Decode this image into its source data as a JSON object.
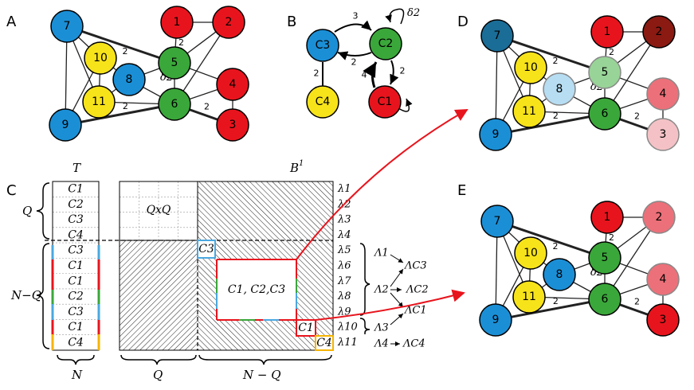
{
  "panels": {
    "A": "A",
    "B": "B",
    "C": "C",
    "D": "D",
    "E": "E"
  },
  "graph_A": {
    "nodes": [
      {
        "id": "7",
        "label": "7",
        "color": "#1b8fd6"
      },
      {
        "id": "1",
        "label": "1",
        "color": "#e8141d"
      },
      {
        "id": "2",
        "label": "2",
        "color": "#e8141d"
      },
      {
        "id": "10",
        "label": "10",
        "color": "#f7e31a"
      },
      {
        "id": "5",
        "label": "5",
        "color": "#3aa73a"
      },
      {
        "id": "8",
        "label": "8",
        "color": "#1b8fd6"
      },
      {
        "id": "4",
        "label": "4",
        "color": "#e8141d"
      },
      {
        "id": "11",
        "label": "11",
        "color": "#f7e31a"
      },
      {
        "id": "6",
        "label": "6",
        "color": "#3aa73a"
      },
      {
        "id": "9",
        "label": "9",
        "color": "#1b8fd6"
      },
      {
        "id": "3",
        "label": "3",
        "color": "#e8141d"
      }
    ],
    "edge_weight_label": "2",
    "delta_label": "δ2"
  },
  "graph_B": {
    "nodes": [
      {
        "id": "C3",
        "label": "C3",
        "color": "#1b8fd6"
      },
      {
        "id": "C2",
        "label": "C2",
        "color": "#3aa73a"
      },
      {
        "id": "C4",
        "label": "C4",
        "color": "#f7e31a"
      },
      {
        "id": "C1",
        "label": "C1",
        "color": "#e8141d"
      }
    ],
    "edge_labels": {
      "c3_c2": "3",
      "c2_c3": "2",
      "c3_c4": "2",
      "c2_c1": "2",
      "c1_c2": "4"
    },
    "delta_label": "δ2"
  },
  "graph_D": {
    "colors": {
      "7": "#1a6d97",
      "1": "#e8141d",
      "2": "#8b1a12",
      "10": "#f7e31a",
      "5": "#98d497",
      "8": "#b7ddf2",
      "4": "#ec7079",
      "11": "#f7e31a",
      "6": "#3aa73a",
      "9": "#1b8fd6",
      "3": "#f4c2c6"
    }
  },
  "graph_E": {
    "colors": {
      "7": "#1b8fd6",
      "1": "#e8141d",
      "2": "#ec7079",
      "10": "#f7e31a",
      "5": "#3aa73a",
      "8": "#1b8fd6",
      "4": "#ec7079",
      "11": "#f7e31a",
      "6": "#3aa73a",
      "9": "#1b8fd6",
      "3": "#e8141d"
    }
  },
  "matrix": {
    "T": "T",
    "B1": "B",
    "B1_sup": "1",
    "Q": "Q",
    "NQ": "N−Q",
    "QxQ": "QxQ",
    "N_bottom": "N",
    "Q_bottom": "Q",
    "NQ_bottom": "N − Q",
    "t_rows": [
      "C1",
      "C2",
      "C3",
      "C4",
      "C3",
      "C1",
      "C1",
      "C2",
      "C3",
      "C1",
      "C4"
    ],
    "center_block": "C1, C2,C3",
    "c3_tag": "C3",
    "c1_tag": "C1",
    "c4_tag": "C4",
    "lambdas": [
      "λ1",
      "λ2",
      "λ3",
      "λ4",
      "λ5",
      "λ6",
      "λ7",
      "λ8",
      "λ9",
      "λ10",
      "λ11"
    ],
    "Lambda": [
      "Λ1",
      "Λ2",
      "Λ3",
      "Λ4"
    ],
    "LambdaC": [
      "ΛC3",
      "ΛC2",
      "ΛC1",
      "ΛC4"
    ]
  }
}
